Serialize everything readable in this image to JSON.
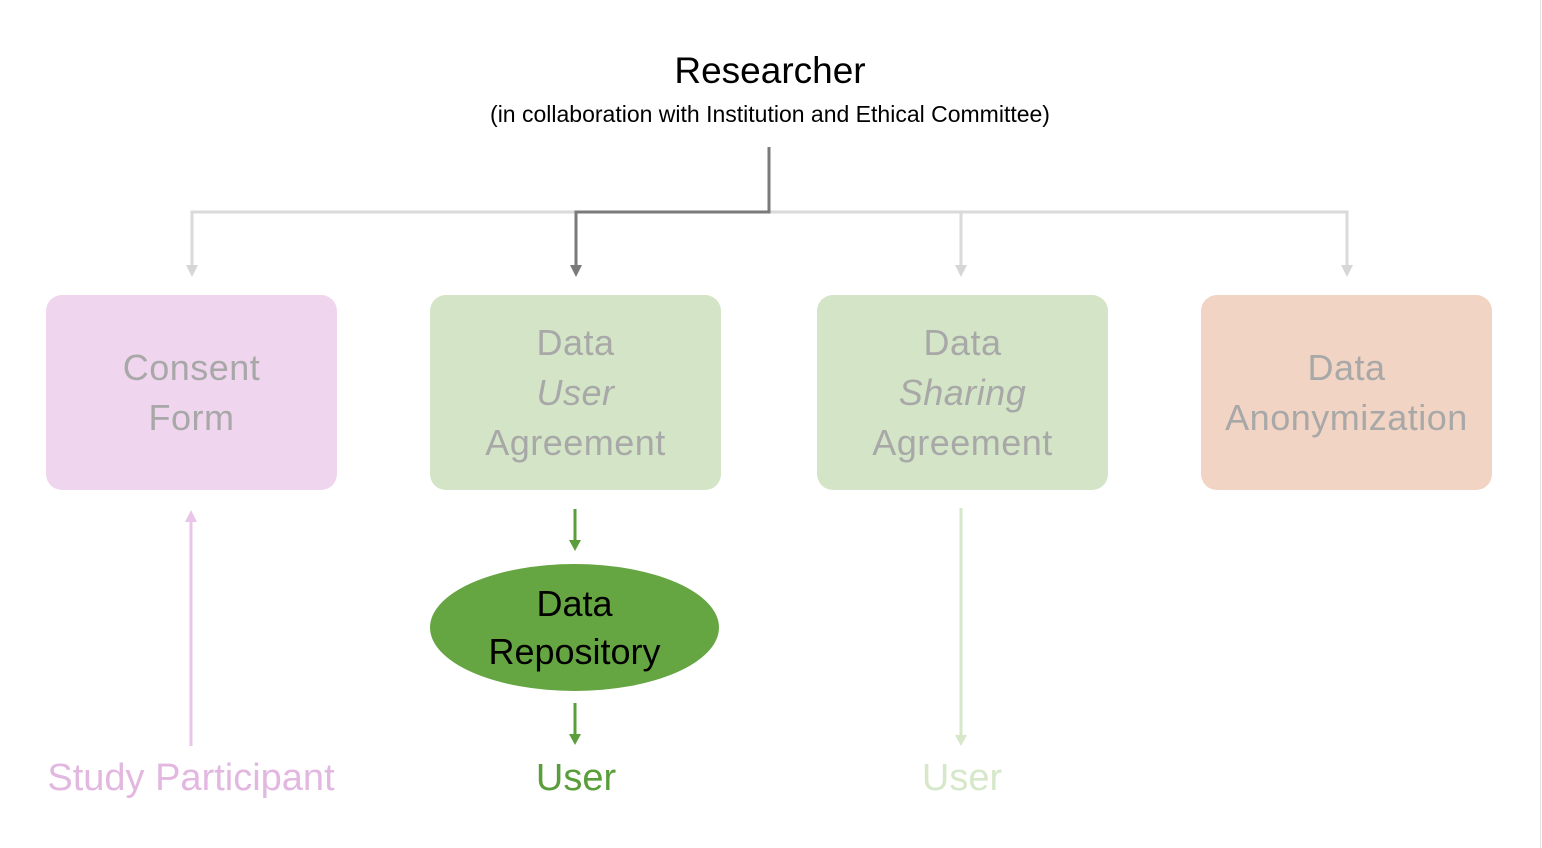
{
  "header": {
    "title": "Researcher",
    "subtitle": "(in collaboration with Institution and Ethical Committee)"
  },
  "boxes": {
    "consent_form": {
      "line1": "Consent",
      "line2": "Form"
    },
    "data_user_agreement": {
      "line1": "Data",
      "line2": "User",
      "line3": "Agreement"
    },
    "data_sharing_agreement": {
      "line1": "Data",
      "line2": "Sharing",
      "line3": "Agreement"
    },
    "data_anonymization": {
      "line1": "Data",
      "line2": "Anonymization"
    }
  },
  "repository": {
    "line1": "Data",
    "line2": "Repository"
  },
  "bottom_labels": {
    "study_participant": "Study Participant",
    "user_via_repository": "User",
    "user_via_sharing": "User"
  },
  "colors": {
    "consent": "#efd6ee",
    "agreement": "#d3e5c6",
    "anonymization": "#f1d4c3",
    "repository": "#65a643",
    "highlight_path": "#7a7a7a",
    "faded_path": "#d9d9d9"
  }
}
